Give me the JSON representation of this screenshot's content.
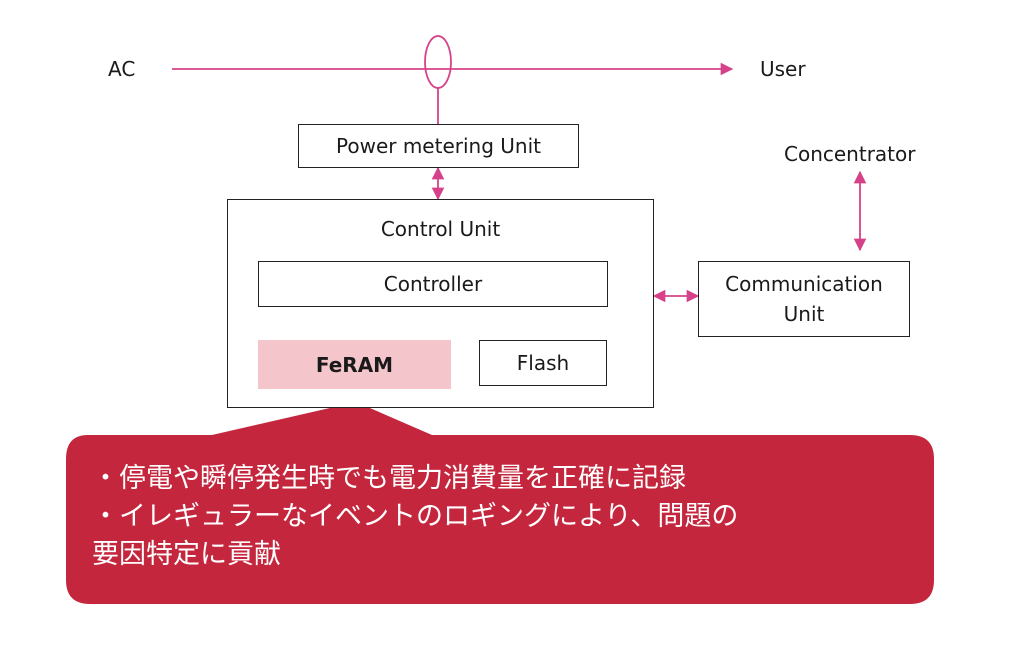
{
  "diagram": {
    "ac_label": "AC",
    "user_label": "User",
    "concentrator_label": "Concentrator",
    "power_metering_unit": "Power metering Unit",
    "control_unit": "Control Unit",
    "controller": "Controller",
    "feram": "FeRAM",
    "flash": "Flash",
    "communication_unit": {
      "line1": "Communication",
      "line2": "Unit"
    }
  },
  "callout": {
    "line1": "・停電や瞬停発生時でも電力消費量を正確に記録",
    "line2": "・イレギュラーなイベントのロギングにより、問題の",
    "line3": "要因特定に貢献"
  },
  "colors": {
    "accent_line": "#d6428a",
    "feram_fill": "#f4c6cb",
    "callout_fill": "#c4273d",
    "gray_arrow": "#888888",
    "border": "#222222"
  }
}
